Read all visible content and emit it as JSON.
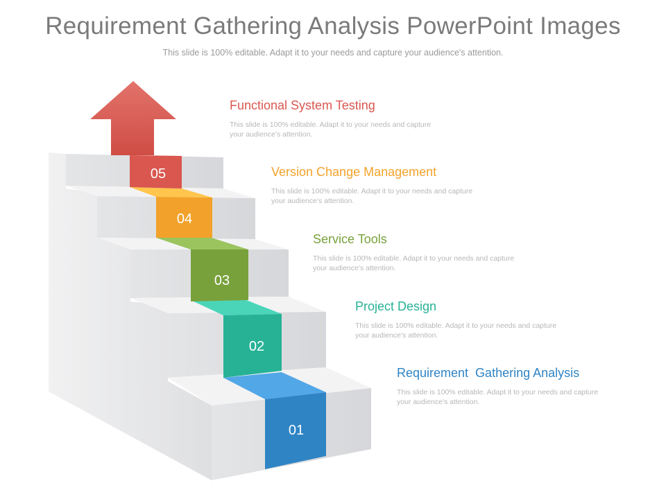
{
  "title": "Requirement Gathering Analysis PowerPoint Images",
  "subtitle": "This slide is 100% editable. Adapt it to your needs and capture your audience's attention.",
  "steps": [
    {
      "number": "01",
      "heading": "Requirement  Gathering Analysis",
      "description": "This slide is 100% editable. Adapt it to your needs and capture your audience's attention.",
      "color": "#2f84c4"
    },
    {
      "number": "02",
      "heading": "Project Design",
      "description": "This slide is 100% editable. Adapt it to your needs and capture your audience's attention.",
      "color": "#27b296"
    },
    {
      "number": "03",
      "heading": "Service Tools",
      "description": "This slide is 100% editable. Adapt it to your needs and capture your audience's attention.",
      "color": "#78a13c"
    },
    {
      "number": "04",
      "heading": "Version Change Management",
      "description": "This slide is 100% editable. Adapt it to your needs and capture your audience's attention.",
      "color": "#f2a22a"
    },
    {
      "number": "05",
      "heading": "Functional System Testing",
      "description": "This slide is 100% editable. Adapt it to your needs and capture your audience's attention.",
      "color": "#d9574f"
    }
  ],
  "arrow_color": "#d9574f"
}
